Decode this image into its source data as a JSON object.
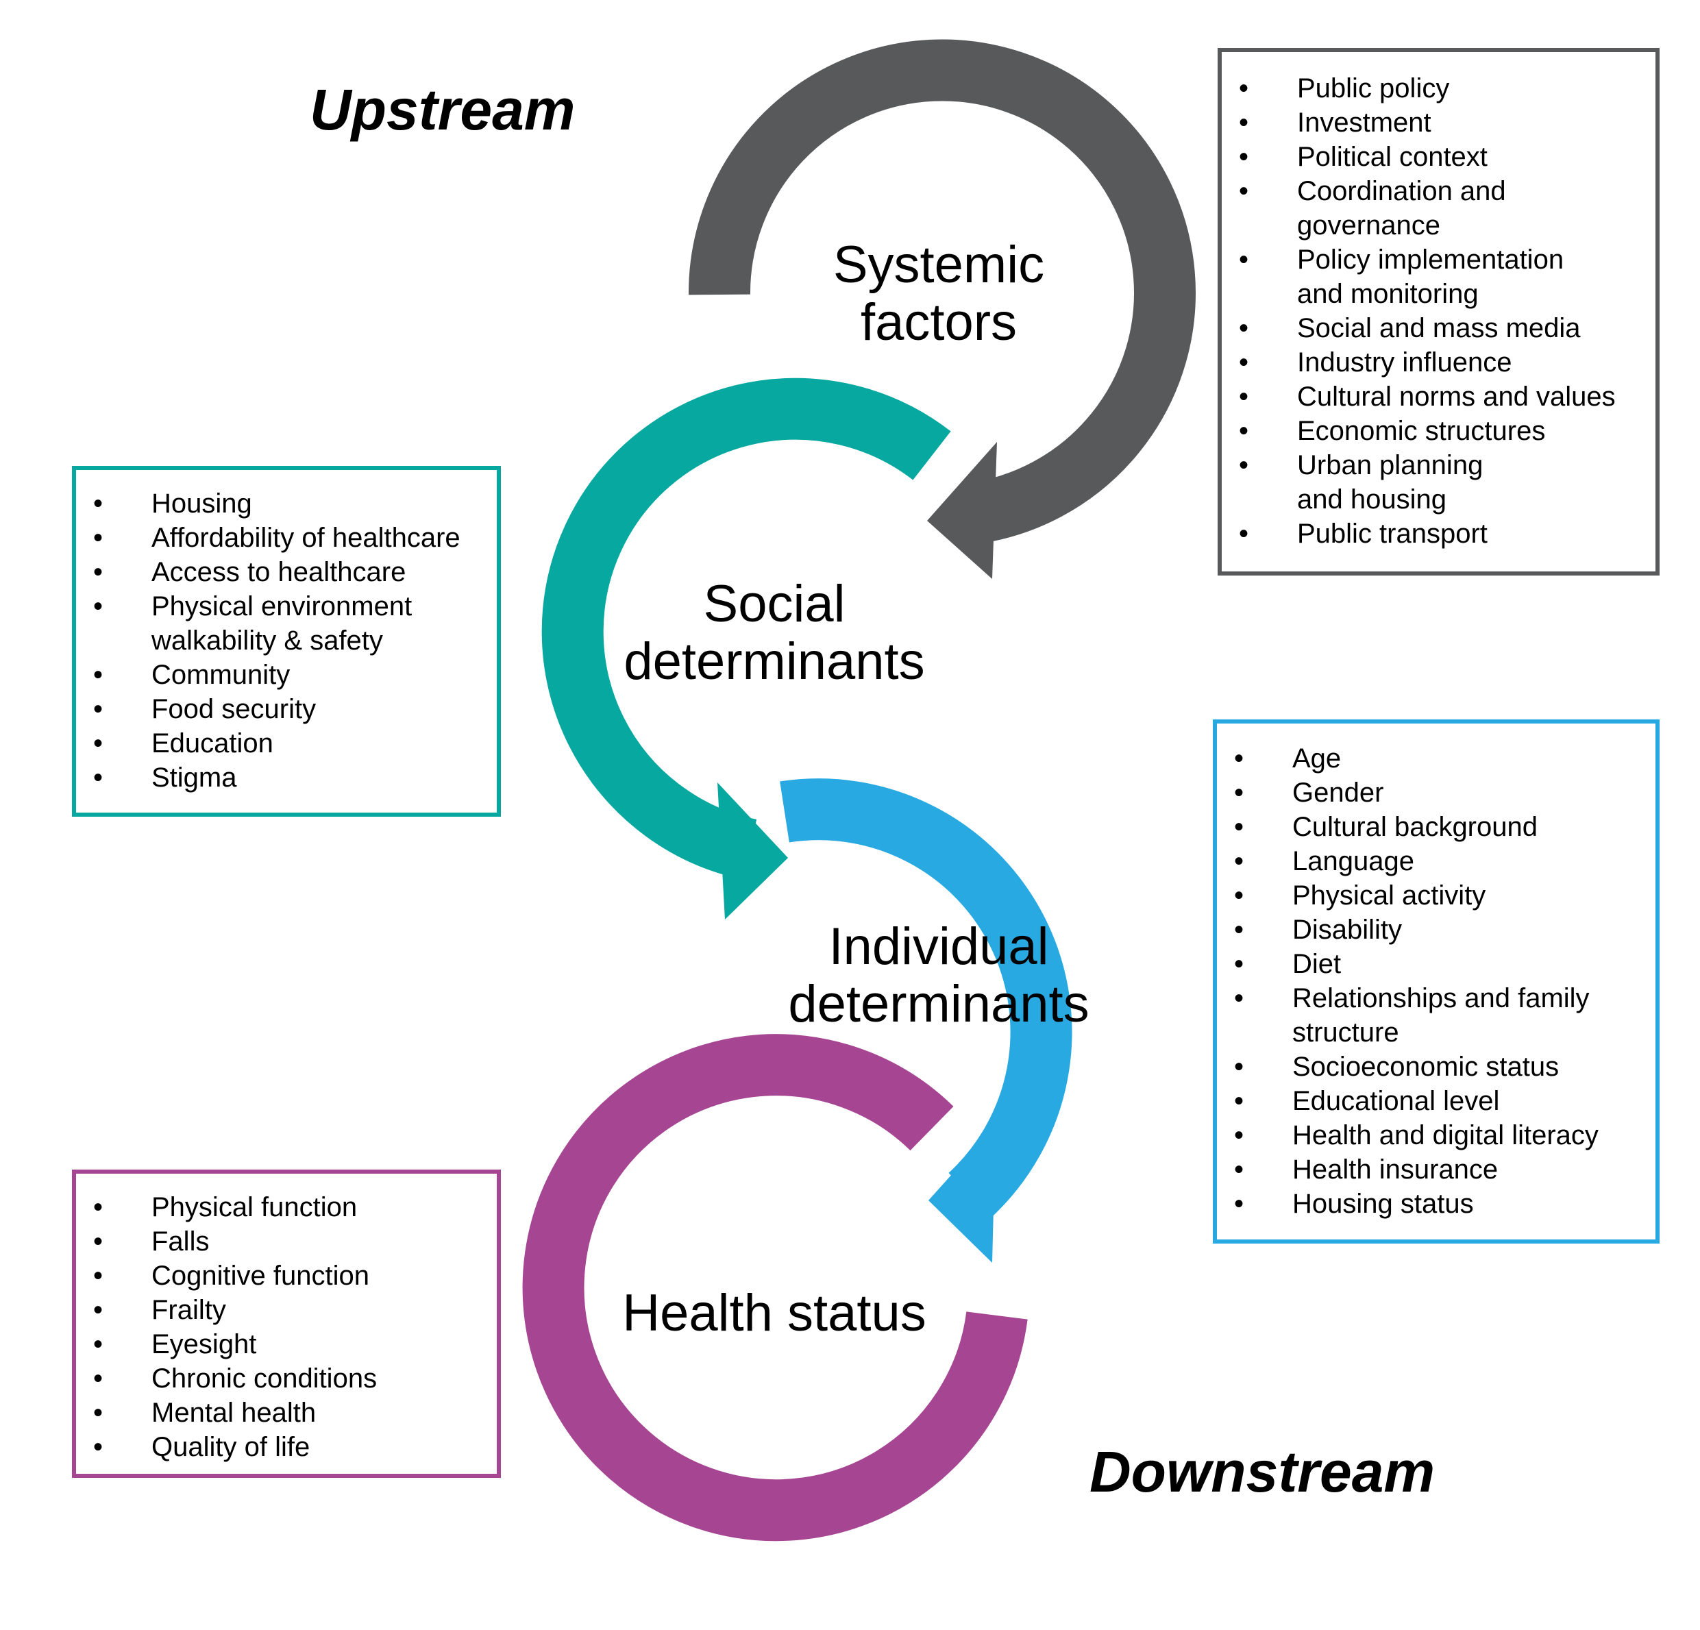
{
  "flow": {
    "upstream": "Upstream",
    "downstream": "Downstream"
  },
  "colors": {
    "systemic": "#58595b",
    "social": "#07a8a0",
    "individual": "#29a9e1",
    "health": "#a64693"
  },
  "stages": {
    "systemic": {
      "line1": "Systemic",
      "line2": "factors"
    },
    "social": {
      "line1": "Social",
      "line2": "determinants"
    },
    "individual": {
      "line1": "Individual",
      "line2": "determinants"
    },
    "health": {
      "line1": "Health status"
    }
  },
  "boxes": {
    "systemic": [
      [
        "Public policy"
      ],
      [
        "Investment"
      ],
      [
        "Political context"
      ],
      [
        "Coordination and",
        "governance"
      ],
      [
        "Policy implementation",
        "and monitoring"
      ],
      [
        "Social and mass media"
      ],
      [
        "Industry influence"
      ],
      [
        "Cultural norms and values"
      ],
      [
        "Economic structures"
      ],
      [
        "Urban planning",
        "and housing"
      ],
      [
        "Public transport"
      ]
    ],
    "social": [
      [
        "Housing"
      ],
      [
        "Affordability of healthcare"
      ],
      [
        "Access to healthcare"
      ],
      [
        "Physical environment",
        "walkability & safety"
      ],
      [
        "Community"
      ],
      [
        "Food security"
      ],
      [
        "Education"
      ],
      [
        "Stigma"
      ]
    ],
    "individual": [
      [
        "Age"
      ],
      [
        "Gender"
      ],
      [
        "Cultural background"
      ],
      [
        "Language"
      ],
      [
        "Physical activity"
      ],
      [
        "Disability"
      ],
      [
        "Diet"
      ],
      [
        "Relationships and family",
        "structure"
      ],
      [
        "Socioeconomic status"
      ],
      [
        "Educational level"
      ],
      [
        "Health and digital literacy"
      ],
      [
        "Health insurance"
      ],
      [
        "Housing status"
      ]
    ],
    "health": [
      [
        "Physical function"
      ],
      [
        "Falls"
      ],
      [
        "Cognitive function"
      ],
      [
        "Frailty"
      ],
      [
        "Eyesight"
      ],
      [
        "Chronic conditions"
      ],
      [
        "Mental health"
      ],
      [
        "Quality of life"
      ]
    ]
  }
}
